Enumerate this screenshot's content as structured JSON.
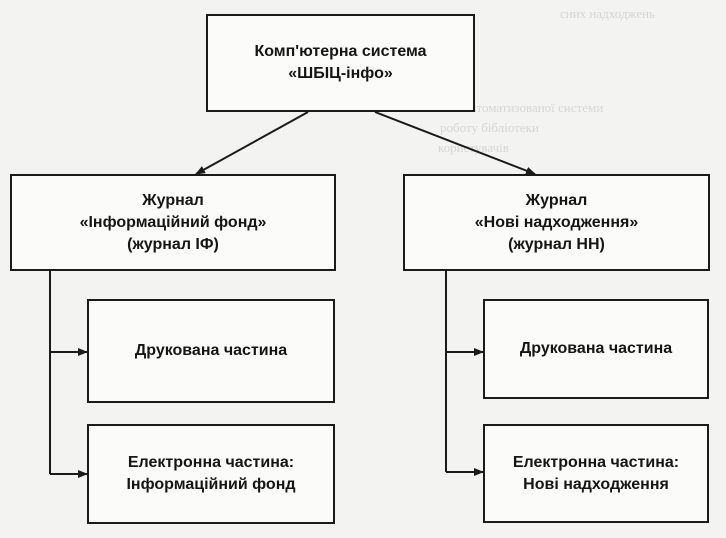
{
  "nodes": {
    "root": {
      "lines": [
        "Комп'ютерна система",
        "«ШБІЦ-інфо»"
      ]
    },
    "journal_if": {
      "lines": [
        "Журнал",
        "«Інформаційний фонд»",
        "(журнал ІФ)"
      ]
    },
    "journal_nn": {
      "lines": [
        "Журнал",
        "«Нові надходження»",
        "(журнал НН)"
      ]
    },
    "if_print": {
      "lines": [
        "Друкована частина"
      ]
    },
    "if_electronic": {
      "lines": [
        "Електронна частина:",
        "Інформаційний фонд"
      ]
    },
    "nn_print": {
      "lines": [
        "Друкована частина"
      ]
    },
    "nn_electronic": {
      "lines": [
        "Електронна частина:",
        "Нові надходження"
      ]
    }
  },
  "colors": {
    "line": "#1b1b1b",
    "background": "#f3f3f1",
    "box_fill": "#fbfbfa"
  }
}
